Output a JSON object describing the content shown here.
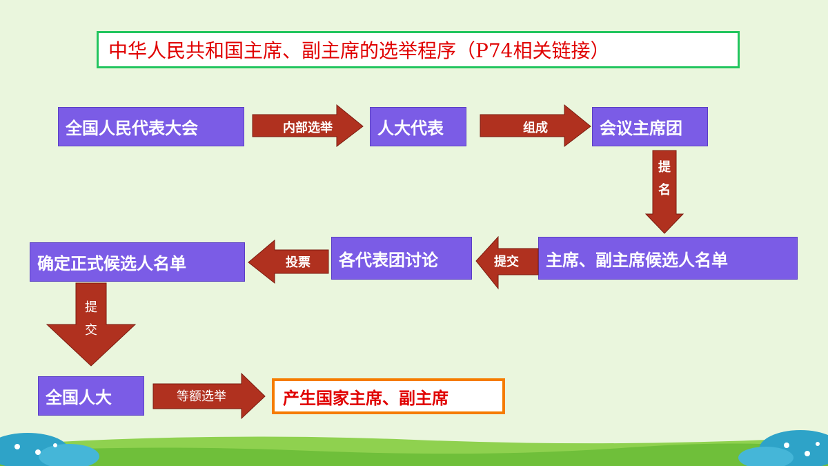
{
  "title": "中华人民共和国主席、副主席的选举程序（P74相关链接）",
  "nodes": {
    "npc": "全国人民代表大会",
    "deputies": "人大代表",
    "presidium": "会议主席团",
    "candidates": "主席、副主席候选人名单",
    "delegations": "各代表团讨论",
    "final_list": "确定正式候选人名单",
    "npc_short": "全国人大",
    "result": "产生国家主席、副主席"
  },
  "arrows": {
    "internal_election": "内部选举",
    "compose": "组成",
    "nominate_1": "提",
    "nominate_2": "名",
    "submit": "提交",
    "vote": "投票",
    "submit_v1": "提",
    "submit_v2": "交",
    "equal_election": "等额选举"
  },
  "colors": {
    "box": "#7b5ce6",
    "arrow": "#b0311f",
    "title_border": "#22c55e",
    "title_text": "#e00000",
    "result_border": "#f57c00",
    "background": "#eaf6dd"
  }
}
